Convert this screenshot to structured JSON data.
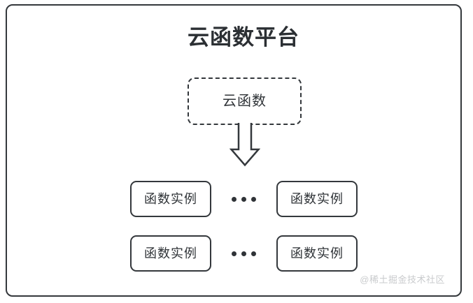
{
  "diagram": {
    "title": "云函数平台",
    "frame": {
      "name": "平台边框",
      "border_color": "#34383c",
      "background": "#ffffff",
      "style": "solid-rounded"
    },
    "cloud_function": {
      "label": "云函数",
      "border_style": "dashed",
      "border_color": "#34383c"
    },
    "arrow": {
      "direction": "down",
      "style": "hollow-block-arrow",
      "stroke_color": "#34383c",
      "fill": "#ffffff"
    },
    "rows": [
      {
        "name": "instance-row-1",
        "left_instance": "函数实例",
        "ellipsis": "•••",
        "right_instance": "函数实例"
      },
      {
        "name": "instance-row-2",
        "left_instance": "函数实例",
        "ellipsis": "•••",
        "right_instance": "函数实例"
      }
    ],
    "watermark": "@稀土掘金技术社区",
    "colors": {
      "stroke": "#34383c",
      "text": "#2f3337",
      "title": "#2b2f33",
      "watermark": "#c9cbcd",
      "background": "#ffffff"
    }
  }
}
